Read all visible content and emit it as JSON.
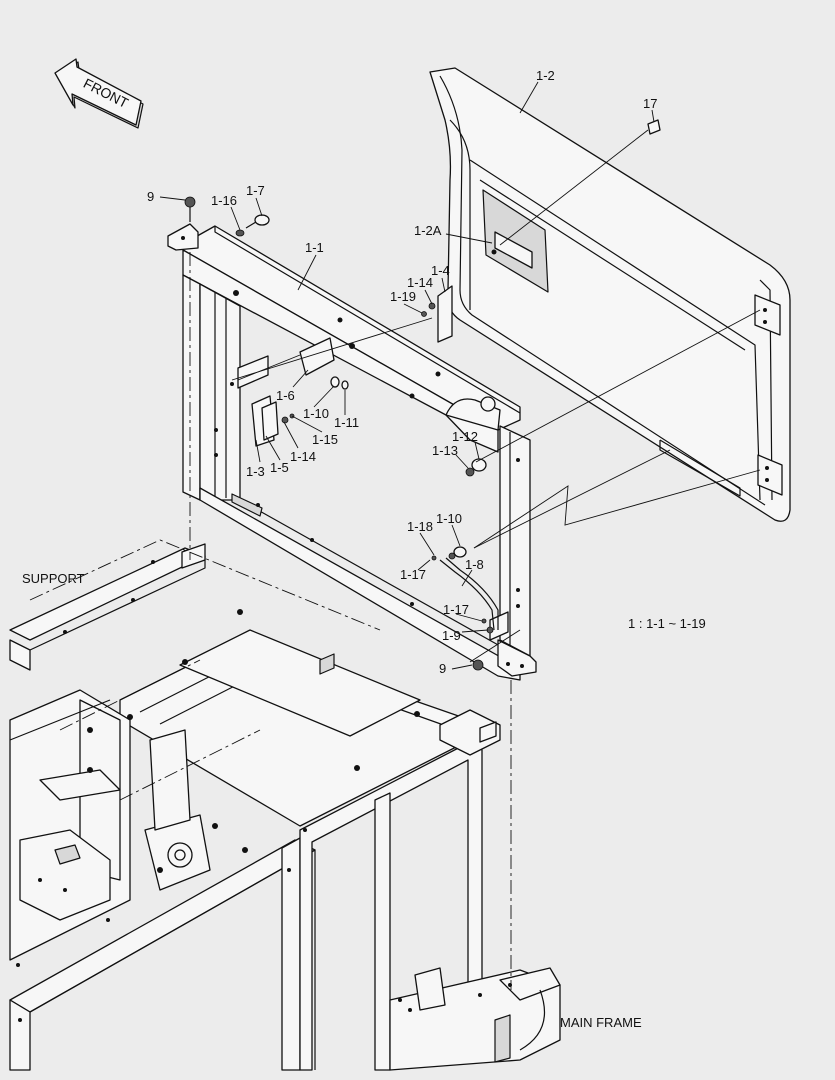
{
  "front_arrow": {
    "text": "FRONT"
  },
  "callouts": {
    "c_1_2": "1-2",
    "c_17": "17",
    "c_1_2a": "1-2A",
    "c_9_top": "9",
    "c_1_16": "1-16",
    "c_1_7": "1-7",
    "c_1_1": "1-1",
    "c_1_14_a": "1-14",
    "c_1_4": "1-4",
    "c_1_19": "1-19",
    "c_1_6": "1-6",
    "c_1_10_a": "1-10",
    "c_1_11": "1-11",
    "c_1_15": "1-15",
    "c_1_14_b": "1-14",
    "c_1_3": "1-3",
    "c_1_5": "1-5",
    "c_1_12": "1-12",
    "c_1_13": "1-13",
    "c_1_18": "1-18",
    "c_1_10_b": "1-10",
    "c_1_17_a": "1-17",
    "c_1_8": "1-8",
    "c_1_17_b": "1-17",
    "c_1_9": "1-9",
    "c_9_bottom": "9"
  },
  "labels": {
    "support": "SUPPORT",
    "main_frame": "MAIN FRAME",
    "range_note": "1 : 1-1 ~ 1-19"
  }
}
